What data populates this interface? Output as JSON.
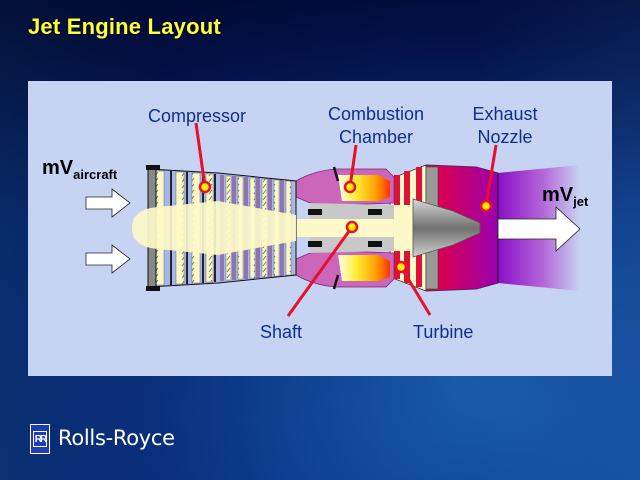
{
  "slide": {
    "title": "Jet Engine Layout"
  },
  "diagram": {
    "labels": {
      "compressor": "Compressor",
      "combustion_line1": "Combustion",
      "combustion_line2": "Chamber",
      "exhaust_line1": "Exhaust",
      "exhaust_line2": "Nozzle",
      "shaft": "Shaft",
      "turbine": "Turbine"
    },
    "momentum_in": {
      "base": "mV",
      "sub": "aircraft"
    },
    "momentum_out": {
      "base": "mV",
      "sub": "jet"
    },
    "colors": {
      "panel": "#c7d3f2",
      "label_text": "#0f2f8a",
      "leader_line": "#e8102a",
      "marker_fill": "#ffee00",
      "hub": "#fdf8c8",
      "compressor_blades": "#a7b8e6",
      "casing_purple": "#cc66bb",
      "flame_start": "#ffffff",
      "flame_end": "#ff3300",
      "nozzle_start": "#e8003a",
      "nozzle_end": "#9900aa",
      "jet_plume": "#a040d0"
    }
  },
  "footer": {
    "brand": "Rolls-Royce",
    "logo_monogram": "RR"
  }
}
